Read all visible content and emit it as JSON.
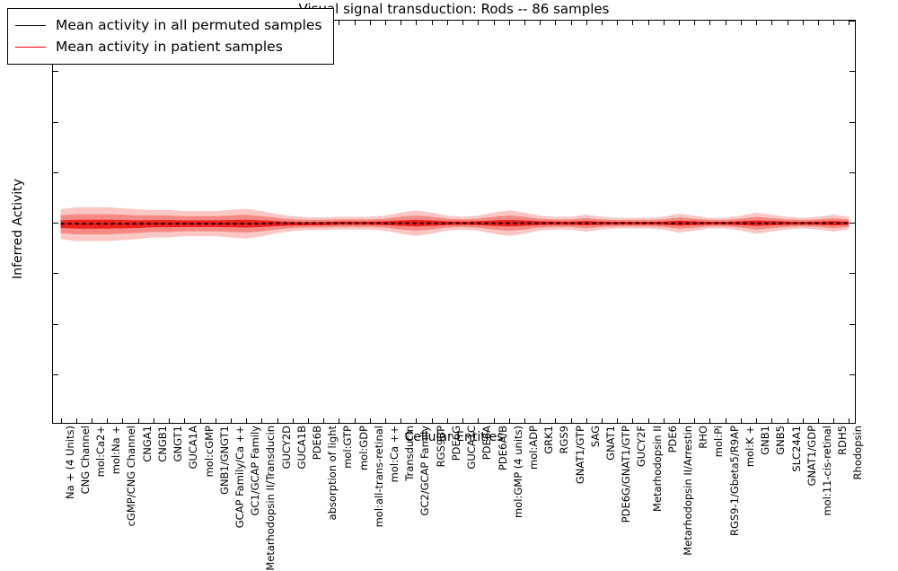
{
  "figure": {
    "title": "Visual signal transduction: Rods -- 86 samples",
    "xlabel": "Cellular Entities",
    "ylabel": "Inferred Activity"
  },
  "legend": {
    "entries": [
      {
        "label": "Mean activity in all permuted samples",
        "color": "#000000",
        "style": "solid"
      },
      {
        "label": "Mean activity in patient samples",
        "color": "#ff0000",
        "style": "solid"
      }
    ]
  },
  "colors": {
    "permuted_line": "#000000",
    "patient_line": "#ee1111",
    "patient_band_inner": "#f4837e",
    "patient_band_outer": "#f9bdba",
    "permuted_band": "#c8c8c8",
    "axis": "#000000"
  },
  "chart_data": {
    "type": "line",
    "title": "Visual signal transduction: Rods -- 86 samples",
    "xlabel": "Cellular Entities",
    "ylabel": "Inferred Activity",
    "ylim": [
      -4,
      4
    ],
    "yticks": [
      -4,
      -3,
      -2,
      -1,
      0,
      1,
      2,
      3,
      4
    ],
    "grid": false,
    "legend_position": "upper left",
    "n_samples": 86,
    "categories": [
      "Na + (4 Units)",
      "CNG Channel",
      "mol:Ca2+",
      "mol:Na +",
      "cGMP/CNG Channel",
      "CNGA1",
      "CNGB1",
      "GNGT1",
      "GUCA1A",
      "mol:cGMP",
      "GNB1/GNGT1",
      "GCAP Family/Ca ++",
      "GC1/GCAP Family",
      "Metarhodopsin II/Transducin",
      "GUCY2D",
      "GUCA1B",
      "PDE6B",
      "absorption of light",
      "mol:GTP",
      "mol:GDP",
      "mol:all-trans-retinal",
      "mol:Ca ++",
      "Transducin",
      "GC2/GCAP Family",
      "RGS9BP",
      "PDE6G",
      "GUCA1C",
      "PDE6A",
      "PDE6A/B",
      "mol:GMP (4 units)",
      "mol:ADP",
      "GRK1",
      "RGS9",
      "GNAT1/GTP",
      "SAG",
      "GNAT1",
      "PDE6G/GNAT1/GTP",
      "GUCY2F",
      "Metarhodopsin II",
      "PDE6",
      "Metarhodopsin II/Arrestin",
      "RHO",
      "mol:Pi",
      "RGS9-1/Gbeta5/R9AP",
      "mol:K +",
      "GNB1",
      "GNB5",
      "SLC24A1",
      "GNAT1/GDP",
      "mol:11-cis-retinal",
      "RDH5",
      "Rhodopsin"
    ],
    "series": [
      {
        "name": "Mean activity in all permuted samples",
        "color": "#000000",
        "values": [
          -0.02,
          -0.02,
          -0.02,
          -0.02,
          -0.02,
          -0.02,
          -0.02,
          -0.02,
          -0.02,
          -0.02,
          -0.02,
          -0.02,
          -0.02,
          -0.02,
          -0.01,
          -0.01,
          -0.01,
          -0.01,
          -0.01,
          -0.01,
          -0.01,
          -0.01,
          -0.01,
          -0.01,
          -0.01,
          -0.01,
          -0.01,
          -0.01,
          -0.01,
          -0.01,
          -0.01,
          -0.01,
          -0.01,
          -0.01,
          -0.01,
          -0.01,
          -0.01,
          -0.01,
          -0.01,
          -0.01,
          -0.01,
          -0.01,
          -0.01,
          -0.01,
          -0.01,
          -0.01,
          -0.01,
          -0.01,
          -0.01,
          -0.01,
          -0.01,
          -0.01
        ],
        "band_halfwidth": [
          0.1,
          0.1,
          0.09,
          0.09,
          0.08,
          0.08,
          0.07,
          0.07,
          0.06,
          0.06,
          0.05,
          0.05,
          0.05,
          0.04,
          0.04,
          0.04,
          0.04,
          0.03,
          0.03,
          0.03,
          0.03,
          0.03,
          0.03,
          0.03,
          0.03,
          0.03,
          0.03,
          0.03,
          0.03,
          0.03,
          0.03,
          0.03,
          0.03,
          0.03,
          0.03,
          0.03,
          0.03,
          0.03,
          0.03,
          0.03,
          0.03,
          0.03,
          0.03,
          0.03,
          0.03,
          0.03,
          0.03,
          0.03,
          0.03,
          0.03,
          0.03,
          0.03
        ]
      },
      {
        "name": "Mean activity in patient samples",
        "color": "#ee1111",
        "values": [
          -0.03,
          -0.03,
          -0.03,
          -0.03,
          -0.03,
          -0.03,
          -0.02,
          -0.02,
          -0.02,
          -0.02,
          -0.02,
          -0.02,
          -0.02,
          -0.02,
          -0.02,
          -0.02,
          -0.02,
          -0.02,
          -0.01,
          -0.01,
          -0.01,
          -0.01,
          -0.01,
          -0.01,
          -0.01,
          -0.01,
          -0.01,
          -0.01,
          -0.01,
          -0.01,
          -0.01,
          -0.01,
          -0.01,
          -0.01,
          -0.01,
          -0.01,
          -0.01,
          -0.01,
          -0.01,
          -0.01,
          -0.01,
          -0.01,
          -0.01,
          -0.01,
          -0.01,
          -0.01,
          -0.01,
          -0.01,
          -0.01,
          -0.01,
          -0.01,
          -0.01
        ],
        "band_halfwidth": [
          0.14,
          0.16,
          0.16,
          0.16,
          0.15,
          0.14,
          0.13,
          0.13,
          0.12,
          0.12,
          0.12,
          0.13,
          0.14,
          0.12,
          0.09,
          0.07,
          0.06,
          0.06,
          0.06,
          0.06,
          0.06,
          0.07,
          0.1,
          0.12,
          0.1,
          0.07,
          0.06,
          0.07,
          0.1,
          0.12,
          0.1,
          0.07,
          0.06,
          0.06,
          0.08,
          0.06,
          0.05,
          0.05,
          0.05,
          0.06,
          0.09,
          0.07,
          0.05,
          0.05,
          0.07,
          0.1,
          0.08,
          0.06,
          0.05,
          0.06,
          0.08,
          0.06
        ]
      }
    ]
  }
}
